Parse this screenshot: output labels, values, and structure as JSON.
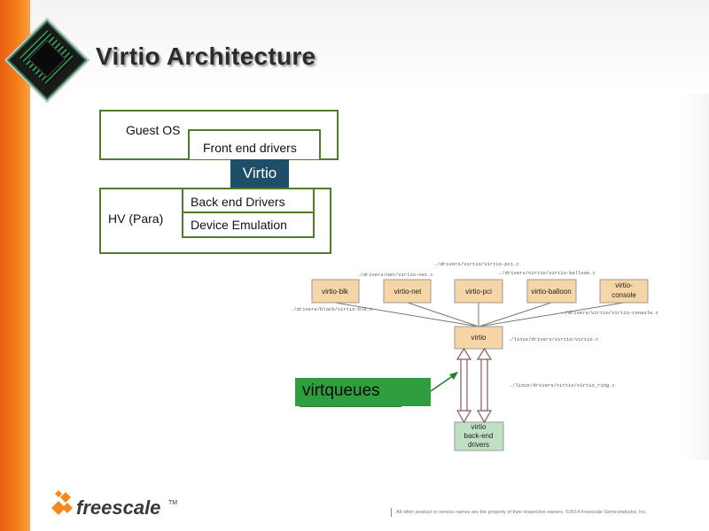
{
  "header": {
    "title": "Virtio Architecture"
  },
  "layers": {
    "guest_os": "Guest OS",
    "front_end": "Front end drivers",
    "virtio": "Virtio",
    "back_end": "Back end Drivers",
    "device_emulation": "Device Emulation",
    "hv": "HV (Para)"
  },
  "arch": {
    "nodes": [
      "virtio-blk",
      "virtio-net",
      "virtio-pci",
      "virtio-balloon",
      "virtio-\nconsole"
    ],
    "center": "virtio",
    "backend": "virtio\nback-end\ndrivers",
    "paths": {
      "blk": "./drivers/block/virtio-blk.c",
      "net": "./drivers/net/virtio-net.c",
      "pci": "./drivers/virtio/virtio-pci.c",
      "balloon": "./drivers/virtio/virtio-balloon.c",
      "console": "./drivers/virtio/virtio-console.c",
      "virtio": "./linux/drivers/virtio/virtio.c",
      "ring": "./linux/drivers/virtio/virtio_ring.c"
    }
  },
  "callout": {
    "label": "virtqueues"
  },
  "footer": {
    "brand": "freescale",
    "tm": "TM",
    "disclaimer": "All other product or service names are the property of their respective owners. ©2014 Freescale Semiconductor, Inc."
  },
  "colors": {
    "accent_orange": "#f7871f",
    "box_green": "#4e7c2a",
    "virtio_tab": "#1f4f68",
    "callout_green": "#2f9e3f",
    "node_fill": "#f6d6a6",
    "backend_fill": "#bfe0c2"
  }
}
